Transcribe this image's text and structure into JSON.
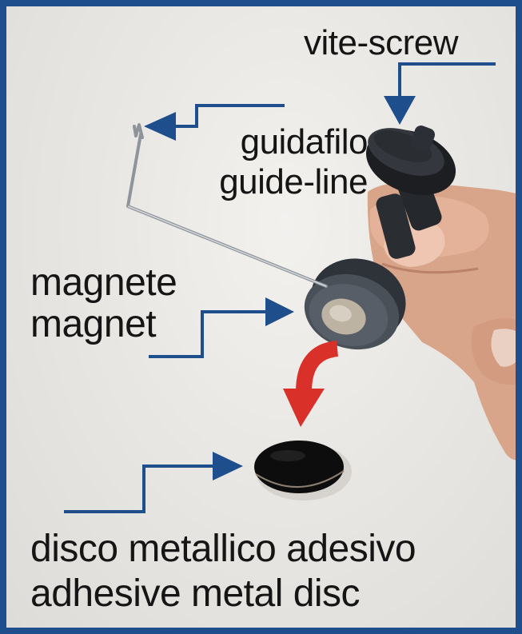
{
  "labels": {
    "vite_screw": "vite-screw",
    "guidafilo": "guidafilo",
    "guide_line": "guide-line",
    "magnete": "magnete",
    "magnet": "magnet",
    "disco_metallico": "disco metallico adesivo",
    "adhesive_disc": "adhesive metal disc"
  },
  "colors": {
    "frame": "#1f4e8c",
    "arrow_blue": "#1f4e8c",
    "arrow_red": "#d9302a",
    "disc": "#0d0d0d",
    "housing": "#3a3f47"
  },
  "icons": [
    "leader-arrow",
    "curved-red-arrow"
  ]
}
